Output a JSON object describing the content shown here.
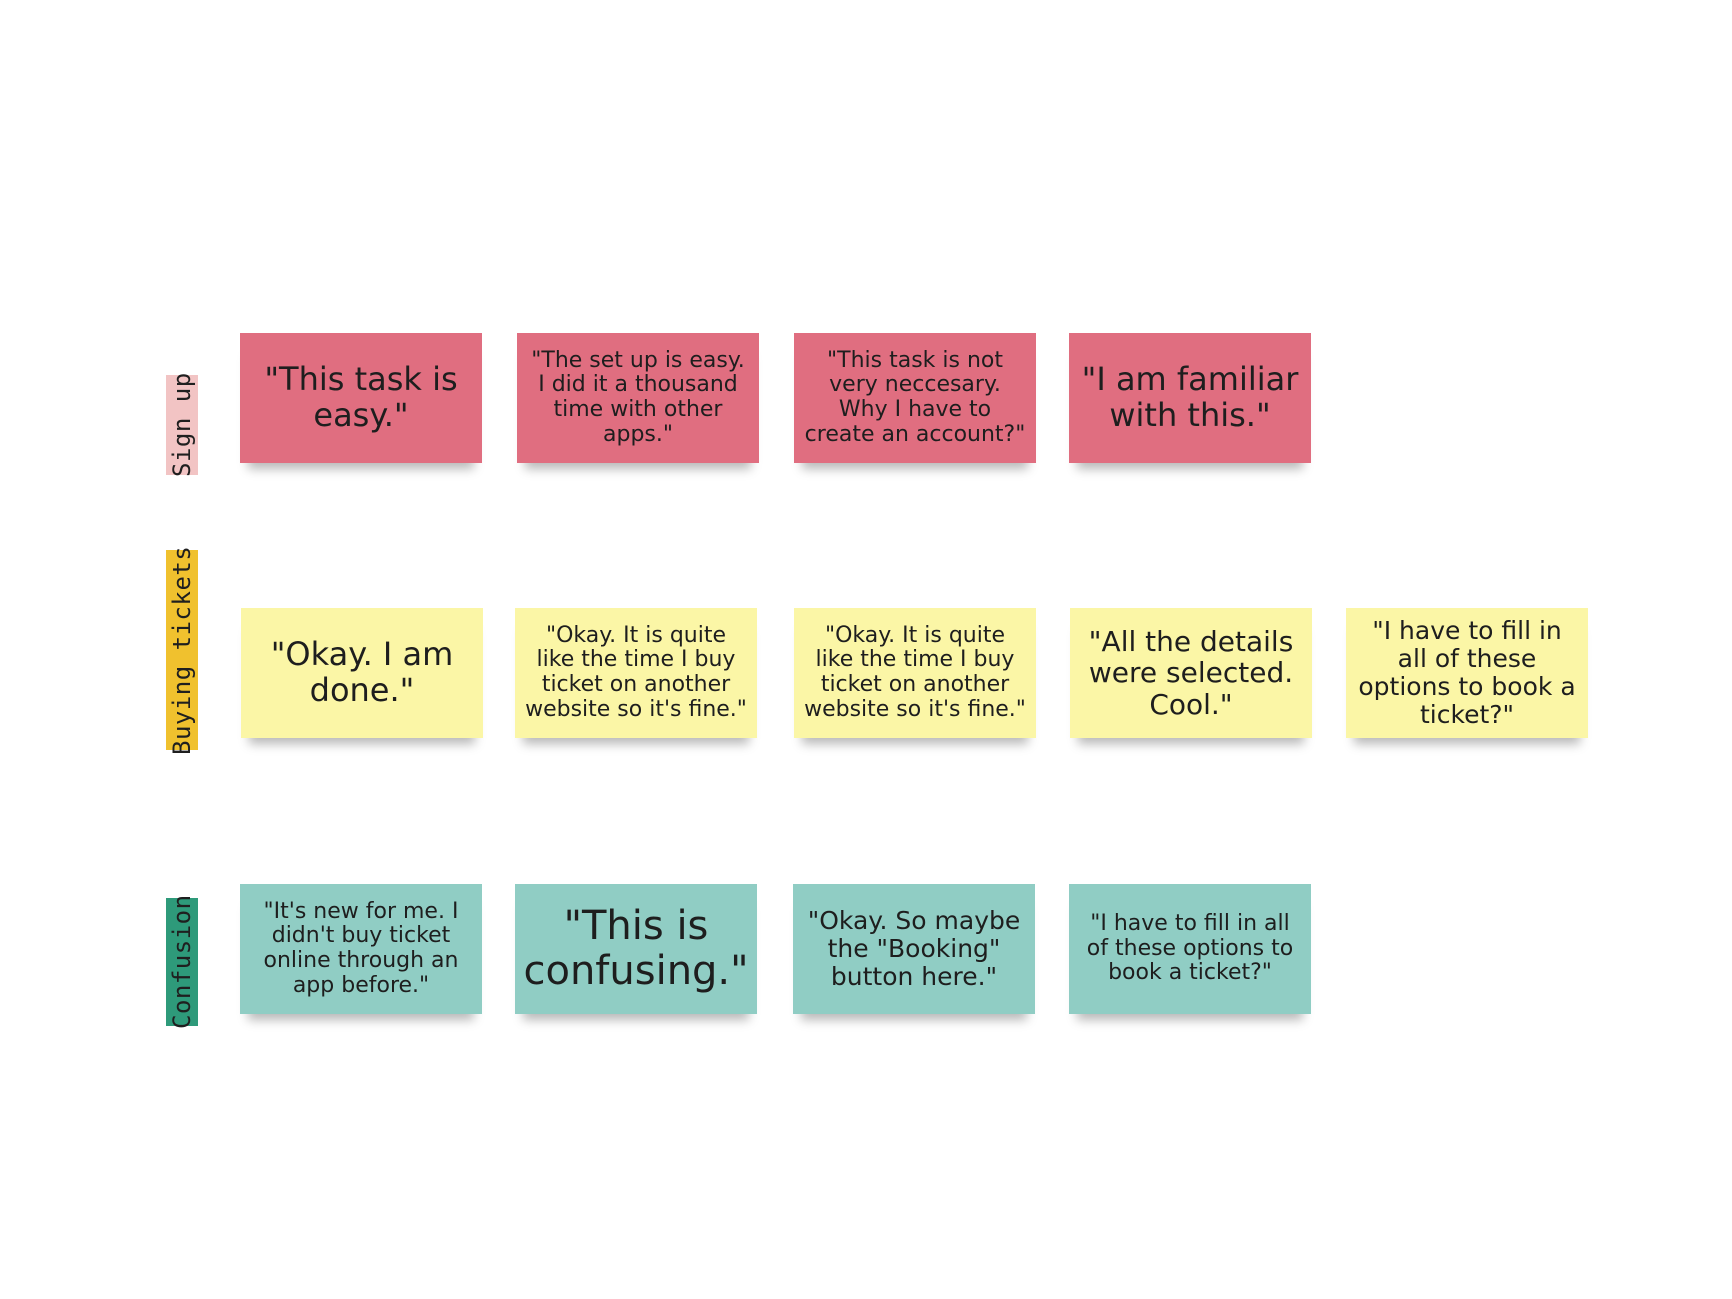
{
  "groups": [
    {
      "label": "Sign up",
      "color": "#f2c4c4",
      "note_color": "#e06e80",
      "notes": [
        "\"This task is easy.\"",
        "\"The set up is easy. I did it a thousand time with other apps.\"",
        "\"This task is not very neccesary. Why I have to create an account?\"",
        "\"I am familiar with this.\""
      ]
    },
    {
      "label": "Buying tickets",
      "color": "#f0c12e",
      "note_color": "#fbf6a6",
      "notes": [
        "\"Okay. I am done.\"",
        "\"Okay. It is quite like the time I buy ticket on another website so it's fine.\"",
        "\"Okay. It is quite like the time I buy ticket on another website so it's fine.\"",
        "\"All the details were selected. Cool.\"",
        "\"I have to fill in all of these options to book a ticket?\""
      ]
    },
    {
      "label": "Confusion",
      "color": "#2e9a7a",
      "note_color": "#90cdc4",
      "notes": [
        "\"It's new for me. I didn't buy ticket online through an app before.\"",
        "\"This is confusing.\"",
        "\"Okay. So maybe the \"Booking\" button here.\"",
        "\"I have to fill in all of these options to book a ticket?\""
      ]
    }
  ]
}
